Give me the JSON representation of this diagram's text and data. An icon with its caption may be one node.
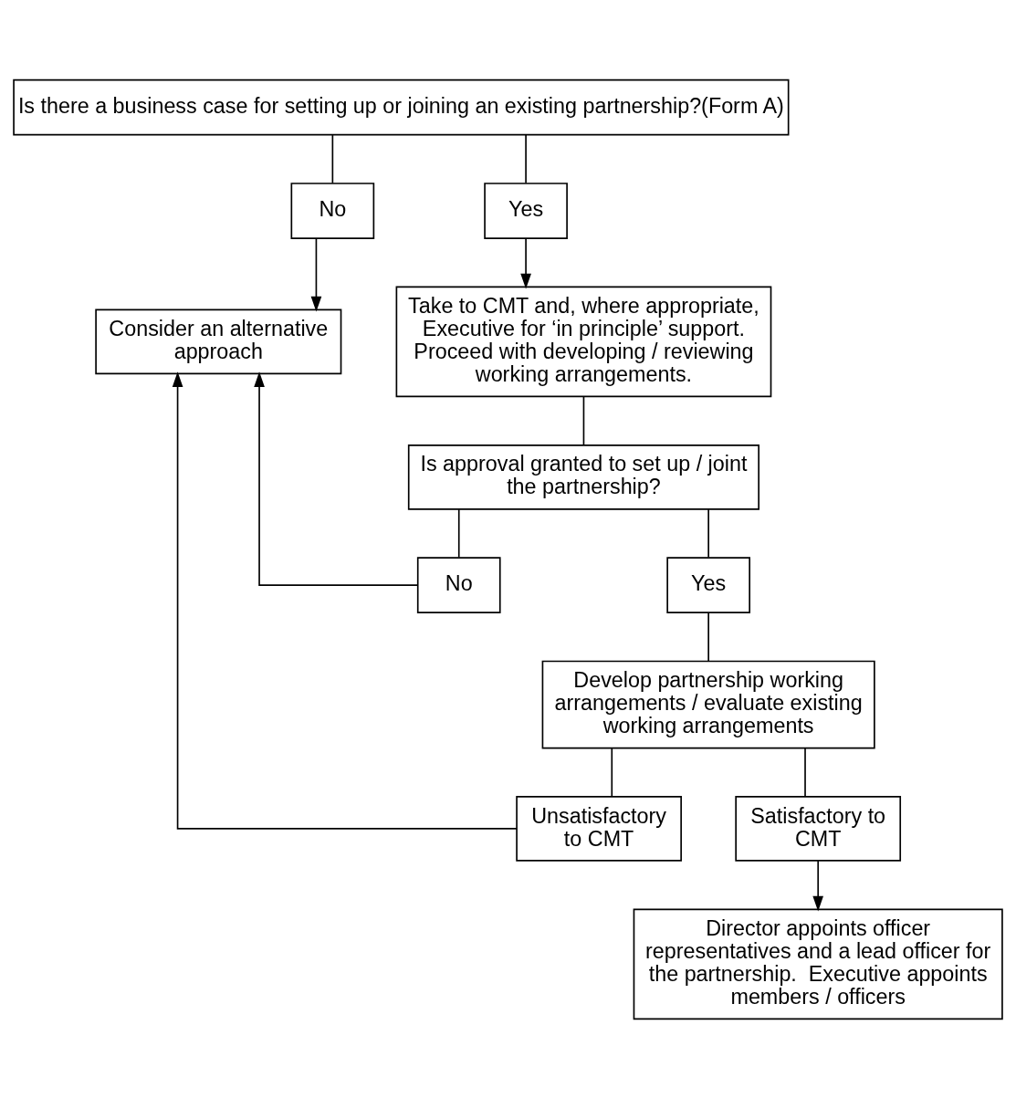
{
  "diagram": {
    "nodes": [
      {
        "text": [
          "Is there a business case for setting up or joining an existing partnership?(Form A)"
        ]
      },
      {
        "text": [
          "No"
        ]
      },
      {
        "text": [
          "Yes"
        ]
      },
      {
        "text": [
          "Consider an alternative approach"
        ]
      },
      {
        "text": [
          "Take to CMT and, where appropriate, Executive for ‘in principle’ support. Proceed with developing / reviewing working arrangements."
        ]
      },
      {
        "text": [
          "Is approval granted to set up / joint the partnership?"
        ]
      },
      {
        "text": [
          "No"
        ]
      },
      {
        "text": [
          "Yes"
        ]
      },
      {
        "text": [
          "Develop partnership working arrangements / evaluate existing working arrangements"
        ]
      },
      {
        "text": [
          "Unsatisfactory to CMT"
        ]
      },
      {
        "text": [
          "Satisfactory to CMT"
        ]
      },
      {
        "text": [
          "Director appoints officer representatives and a lead officer for the partnership.  Executive appoints members / officers"
        ]
      }
    ],
    "edges": [
      {
        "from": 0,
        "to": 1,
        "arrow": "none"
      },
      {
        "from": 1,
        "to": 3,
        "arrow": "to"
      },
      {
        "from": 0,
        "to": 2,
        "arrow": "none"
      },
      {
        "from": 2,
        "to": 4,
        "arrow": "to"
      },
      {
        "from": 4,
        "to": 5,
        "arrow": "none"
      },
      {
        "from": 5,
        "to": 6,
        "arrow": "none"
      },
      {
        "from": 6,
        "to": 3,
        "arrow": "to"
      },
      {
        "from": 5,
        "to": 7,
        "arrow": "none"
      },
      {
        "from": 7,
        "to": 8,
        "arrow": "none"
      },
      {
        "from": 8,
        "to": 9,
        "arrow": "none"
      },
      {
        "from": 8,
        "to": 10,
        "arrow": "none"
      },
      {
        "from": 9,
        "to": 3,
        "arrow": "to"
      },
      {
        "from": 10,
        "to": 11,
        "arrow": "to"
      }
    ]
  }
}
